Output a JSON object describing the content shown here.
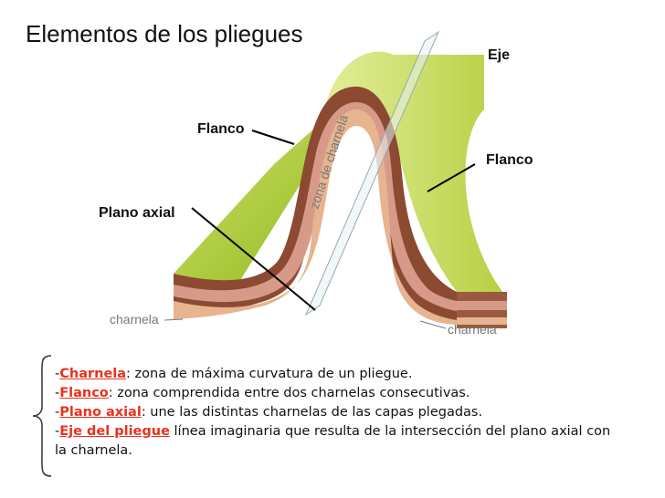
{
  "title": "Elementos de los pliegues",
  "labels": {
    "eje": "Eje",
    "flanco_left": "Flanco",
    "flanco_right": "Flanco",
    "plano_axial": "Plano axial",
    "charnela_left": "charnela",
    "charnela_right": "charnela",
    "zona_charnela": "zona de charnela"
  },
  "legend": [
    {
      "prefix": "-",
      "term": "Charnela",
      "text": ": zona de máxima curvatura de un pliegue."
    },
    {
      "prefix": "-",
      "term": "Flanco",
      "text": ": zona comprendida entre dos charnelas consecutivas."
    },
    {
      "prefix": "-",
      "term": "Plano axial",
      "text": ": une las distintas charnelas de las capas plegadas."
    },
    {
      "prefix": "-",
      "term": "Eje del pliegue",
      "text": " línea imaginaria que resulta de la intersección del plano axial con la charnela."
    }
  ],
  "colors": {
    "green_top": "#b5cf3a",
    "green_light": "#d3e46a",
    "layer_brown": "#8c4a33",
    "layer_pink": "#d89a88",
    "layer_tan": "#e6b48f",
    "term_red": "#e8321c"
  }
}
